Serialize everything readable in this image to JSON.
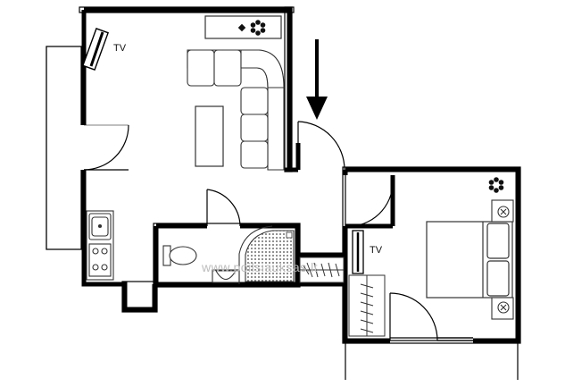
{
  "plan": {
    "labels": {
      "tv_living": "TV",
      "tv_bedroom": "TV"
    },
    "watermark": "www.poilsiauksas.lt",
    "entrance_arrow": "arrow-down-icon",
    "colors": {
      "wall": "#000000",
      "fill": "#ffffff",
      "furniture_outline": "#333333",
      "hatch": "#555555",
      "watermark": "#bdbdbd"
    },
    "icons": [
      "plant-icon",
      "plant-icon",
      "tv-icon",
      "tv-icon",
      "sink-icon",
      "stove-icon",
      "toilet-icon",
      "shower-icon",
      "bed-icon",
      "sofa-icon",
      "table-icon",
      "lamp-icon",
      "lamp-icon",
      "wardrobe-icon"
    ]
  }
}
